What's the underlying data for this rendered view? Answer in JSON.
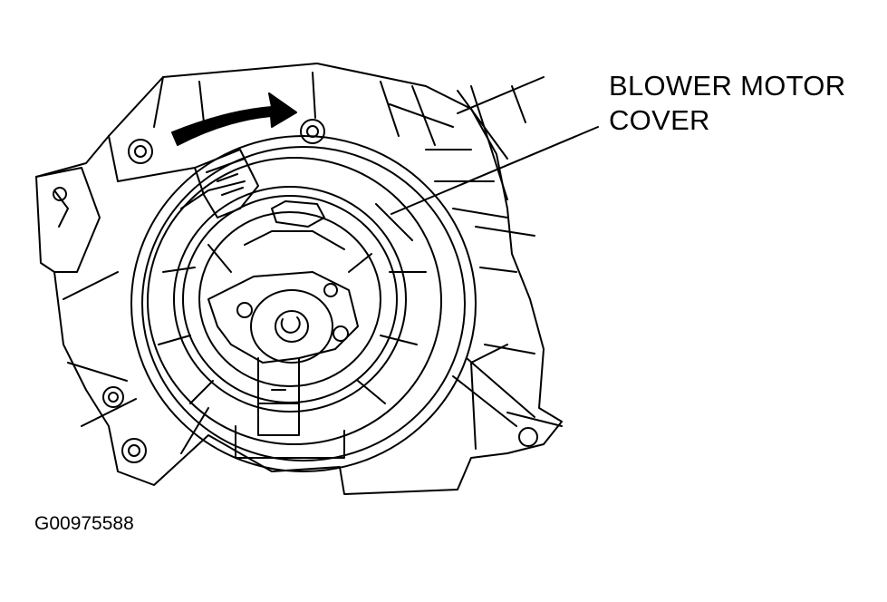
{
  "callout": {
    "line1": "BLOWER MOTOR",
    "line2": "COVER"
  },
  "figure_id": "G00975588",
  "colors": {
    "ink": "#000000",
    "paper": "#ffffff"
  },
  "icons": [
    "rotation-arrow-icon"
  ]
}
